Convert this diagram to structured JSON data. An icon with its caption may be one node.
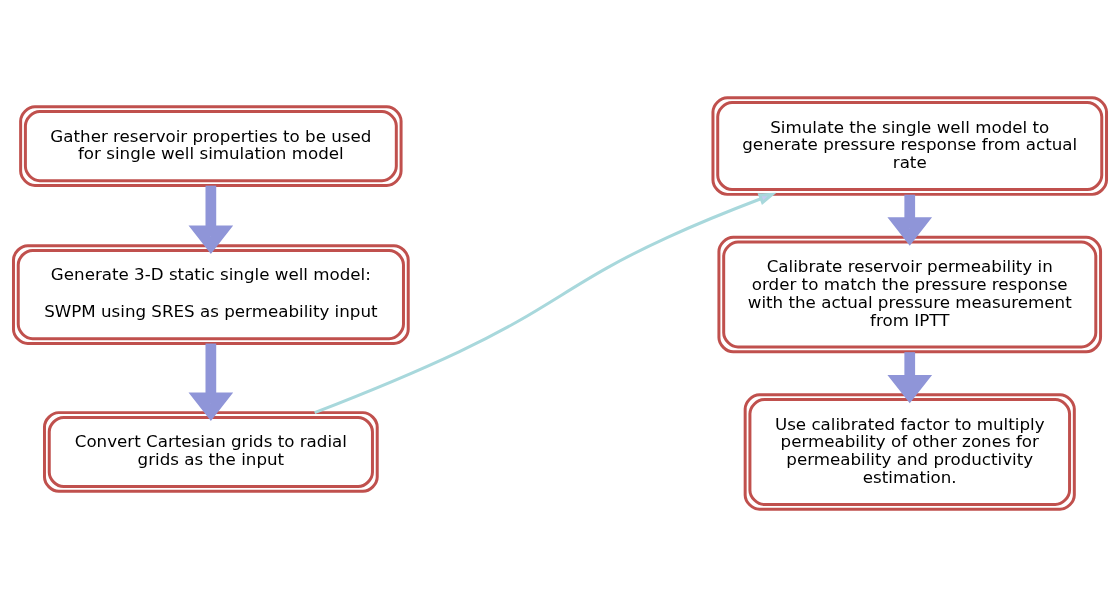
{
  "diagram": {
    "nodes": [
      {
        "text": [
          "Gather reservoir properties to be used for single well simulation model"
        ]
      },
      {
        "text": [
          "Generate 3-D static single well model:",
          "SWPM using SRES as permeability input"
        ]
      },
      {
        "text": [
          "Convert Cartesian grids to radial grids as the input"
        ]
      },
      {
        "text": [
          "Simulate the single well model to generate pressure response from actual rate"
        ]
      },
      {
        "text": [
          "Calibrate reservoir permeability in order to match the pressure response with the actual pressure measurement from IPTT"
        ]
      },
      {
        "text": [
          "Use calibrated factor to multiply permeability of other zones for permeability and productivity estimation."
        ]
      }
    ],
    "edges": [
      {
        "from": 0,
        "to": 1,
        "arrow": "to"
      },
      {
        "from": 1,
        "to": 2,
        "arrow": "to"
      },
      {
        "from": 2,
        "to": 3,
        "arrow": "to",
        "color": "#a8d8dc"
      },
      {
        "from": 3,
        "to": 4,
        "arrow": "to"
      },
      {
        "from": 4,
        "to": 5,
        "arrow": "to"
      }
    ]
  }
}
